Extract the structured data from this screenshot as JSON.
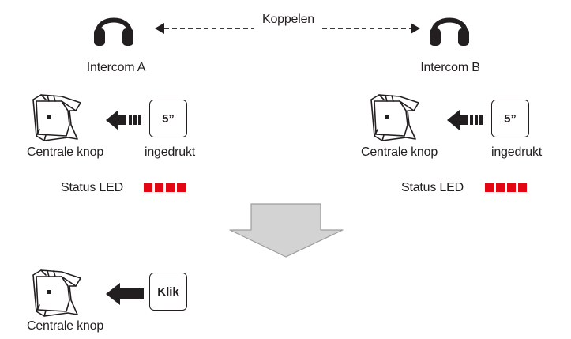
{
  "pairing": {
    "label": "Koppelen",
    "left_device": "Intercom A",
    "right_device": "Intercom B"
  },
  "left_step": {
    "device_label": "Centrale knop",
    "action_label": "ingedrukt",
    "button_text": "5”",
    "status_label": "Status LED",
    "led_count": 4,
    "led_color": "#e30613"
  },
  "right_step": {
    "device_label": "Centrale knop",
    "action_label": "ingedrukt",
    "button_text": "5”",
    "status_label": "Status LED",
    "led_count": 4,
    "led_color": "#e30613"
  },
  "final_step": {
    "device_label": "Centrale knop",
    "button_text": "Klik"
  },
  "icons": [
    "headphones-icon",
    "center-button-icon",
    "press-arrow-icon",
    "down-arrow-icon"
  ]
}
